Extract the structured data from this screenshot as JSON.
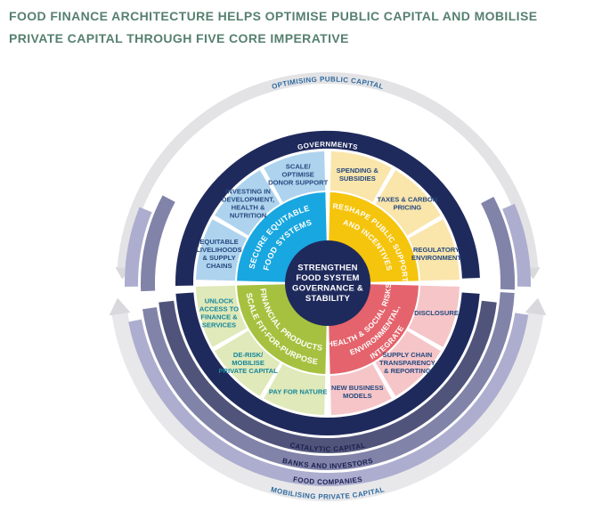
{
  "title": {
    "line1": "FOOD FINANCE ARCHITECTURE HELPS OPTIMISE PUBLIC CAPITAL AND MOBILISE",
    "line2": "PRIVATE CAPITAL THROUGH FIVE CORE IMPERATIVE"
  },
  "colors": {
    "title_text": "#56806f",
    "navy": "#1f2a5c",
    "white": "#ffffff",
    "catalytic_band": "#51547a",
    "banks_band": "#8183a9",
    "food_band": "#adadcf",
    "gray_band": "#e3e3e6",
    "arrow_gray": "#d9d9dd",
    "band_text_blue": "#2f6a9e",
    "segment_text_navy": "#25497f",
    "segment_text_teal": "#16869c"
  },
  "center": {
    "lines": [
      "STRENGTHEN",
      "FOOD SYSTEM",
      "GOVERNANCE &",
      "STABILITY"
    ]
  },
  "quadrants": [
    {
      "id": "secure",
      "position": "top-left",
      "color": "#18a7e0",
      "segment_color": "#aed3ee",
      "text_color": "#25497f",
      "label_lines": [
        "SECURE EQUITABLE",
        "FOOD SYSTEMS"
      ],
      "segments": [
        {
          "lines": [
            "SCALE/",
            "OPTIMISE",
            "DONOR SUPPORT"
          ]
        },
        {
          "lines": [
            "INVESTING IN",
            "DEVELOPMENT,",
            "HEALTH &",
            "NUTRITION"
          ]
        },
        {
          "lines": [
            "EQUITABLE",
            "LIVELIHOODS",
            "& SUPPLY",
            "CHAINS"
          ]
        }
      ]
    },
    {
      "id": "reshape",
      "position": "top-right",
      "color": "#f5c40c",
      "segment_color": "#fae5ab",
      "text_color": "#25497f",
      "label_lines": [
        "RESHAPE PUBLIC SUPPORT",
        "AND INCENTIVES"
      ],
      "segments": [
        {
          "lines": [
            "SPENDING &",
            "SUBSIDIES"
          ]
        },
        {
          "lines": [
            "TAXES & CARBON",
            "PRICING"
          ]
        },
        {
          "lines": [
            "REGULATORY",
            "ENVIRONMENT"
          ]
        }
      ]
    },
    {
      "id": "integrate",
      "position": "bottom-right",
      "color": "#e5636c",
      "segment_color": "#f5c5c8",
      "text_color": "#25497f",
      "label_lines": [
        "INTEGRATE",
        "ENVIRONMENTAL,",
        "HEALTH & SOCIAL RISKS"
      ],
      "segments": [
        {
          "lines": [
            "DISCLOSURE"
          ]
        },
        {
          "lines": [
            "SUPPLY CHAIN",
            "TRANSPARENCY",
            "& REPORTING"
          ]
        },
        {
          "lines": [
            "NEW BUSINESS",
            "MODELS"
          ]
        }
      ]
    },
    {
      "id": "scale",
      "position": "bottom-left",
      "color": "#a6c13f",
      "segment_color": "#dfe9b9",
      "text_color": "#16869c",
      "label_lines": [
        "SCALE FIT-FOR-PURPOSE",
        "FINANCIAL PRODUCTS"
      ],
      "segments": [
        {
          "lines": [
            "UNLOCK",
            "ACCESS TO",
            "FINANCE &",
            "SERVICES"
          ]
        },
        {
          "lines": [
            "DE-RISK/",
            "MOBILISE",
            "PRIVATE CAPITAL"
          ]
        },
        {
          "lines": [
            "PAY FOR NATURE"
          ]
        }
      ]
    }
  ],
  "bands": {
    "optimising": {
      "label": "OPTIMISING PUBLIC CAPITAL"
    },
    "governments": {
      "label": "GOVERNMENTS"
    },
    "catalytic": {
      "label": "CATALYTIC CAPITAL"
    },
    "banks": {
      "label": "BANKS AND INVESTORS"
    },
    "food": {
      "label": "FOOD COMPANIES"
    },
    "mobilising": {
      "label": "MOBILISING PRIVATE CAPITAL"
    }
  }
}
